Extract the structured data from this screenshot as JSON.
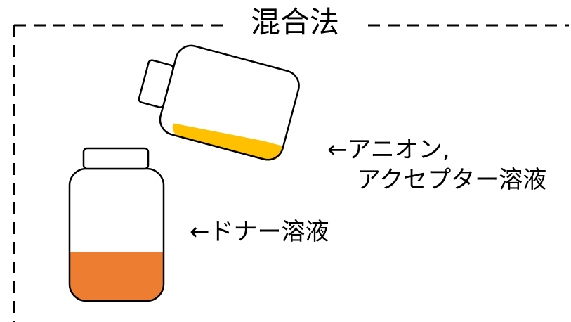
{
  "title": "混合法",
  "labels": {
    "anion_acceptor_line1": "←アニオン,",
    "anion_acceptor_line2": "アクセプター溶液",
    "donor": "←ドナー溶液"
  },
  "colors": {
    "border": "#000000",
    "acceptor_solution": "#FFC000",
    "donor_solution": "#ED7D31",
    "bottle_outline": "#000000",
    "background": "#FFFFFF"
  },
  "icons": {
    "tilted_bottle": "pouring-bottle-icon",
    "upright_bottle": "bottle-icon"
  }
}
